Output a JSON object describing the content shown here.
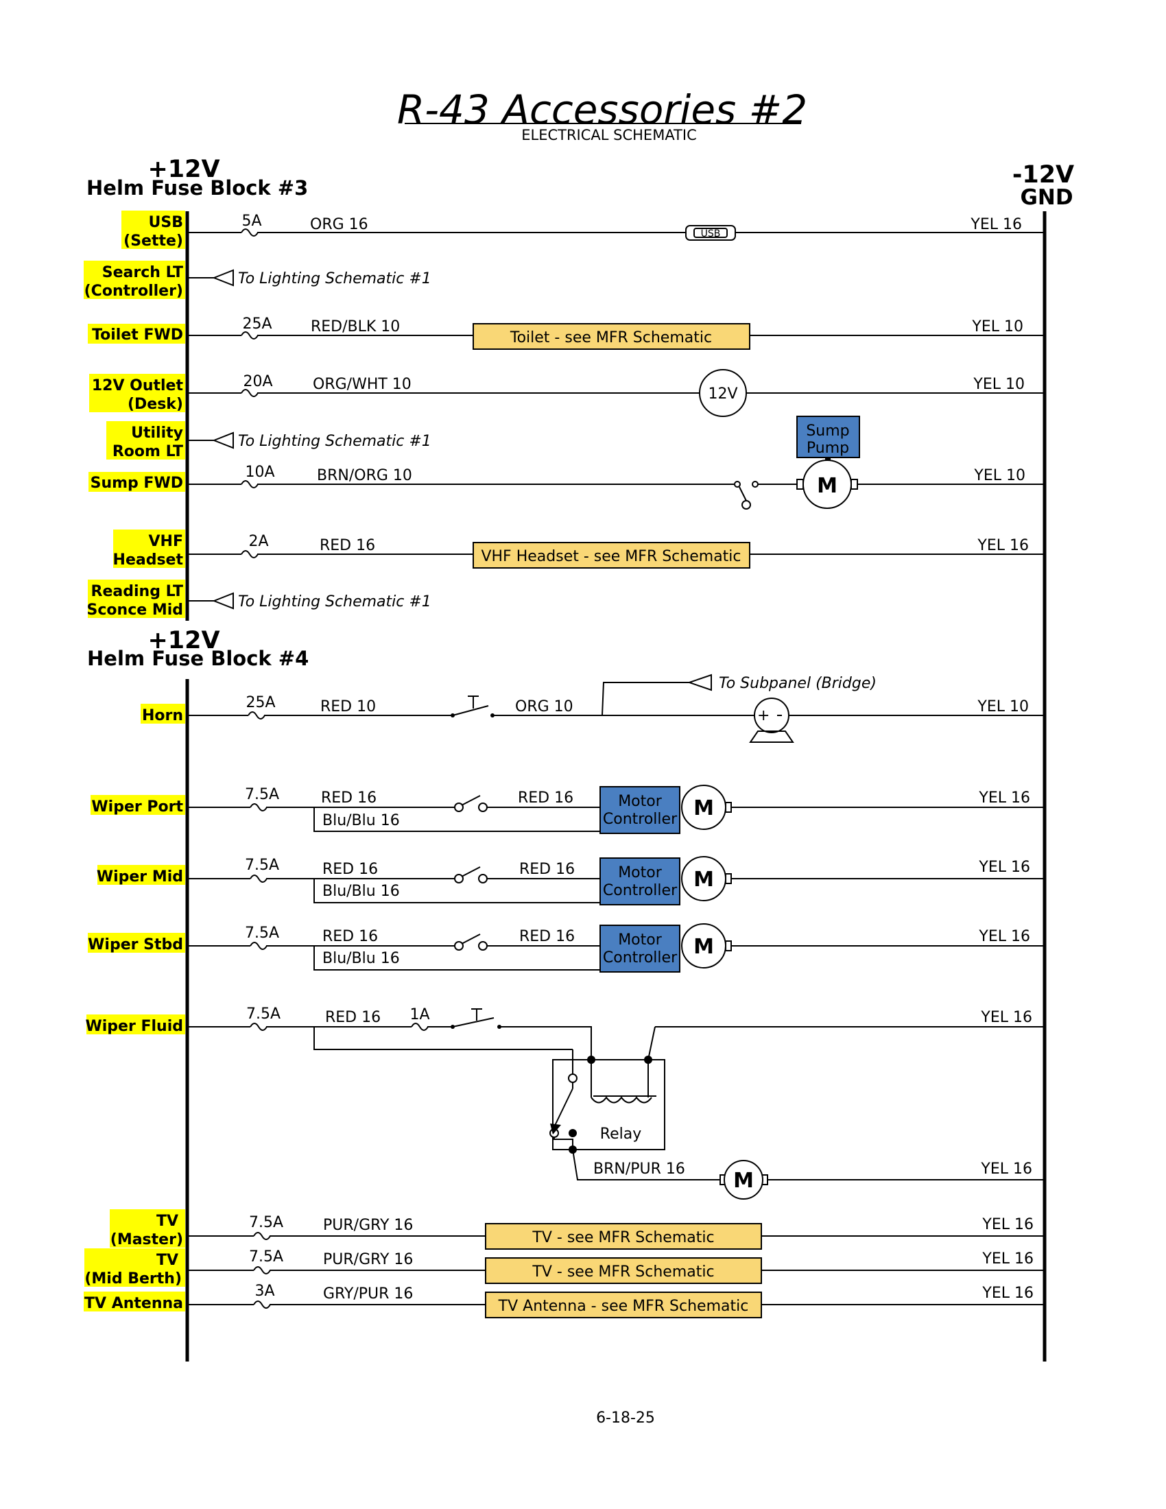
{
  "title": "R-43 Accessories #2",
  "subtitle": "ELECTRICAL SCHEMATIC",
  "positive_rail": {
    "voltage": "+12V",
    "block3": "Helm Fuse Block #3",
    "block4": "Helm Fuse Block #4"
  },
  "negative_rail": {
    "voltage": "-12V",
    "ground": "GND"
  },
  "circuits": [
    {
      "label1": "USB",
      "label2": "(Sette)",
      "fuse": "5A",
      "wire": "ORG 16",
      "load": "USB",
      "ground_wire": "YEL 16"
    },
    {
      "label1": "Search LT",
      "label2": "(Controller)",
      "reference": "To Lighting Schematic #1"
    },
    {
      "label1": "Toilet FWD",
      "fuse": "25A",
      "wire": "RED/BLK 10",
      "load": "Toilet - see MFR Schematic",
      "ground_wire": "YEL 10"
    },
    {
      "label1": "12V Outlet",
      "label2": "(Desk)",
      "fuse": "20A",
      "wire": "ORG/WHT 10",
      "load": "12V",
      "ground_wire": "YEL 10"
    },
    {
      "label1": "Utility",
      "label2": "Room LT",
      "reference": "To Lighting Schematic #1"
    },
    {
      "label1": "Sump FWD",
      "fuse": "10A",
      "wire": "BRN/ORG 10",
      "load_label": "Sump Pump",
      "motor": "M",
      "ground_wire": "YEL 10"
    },
    {
      "label1": "VHF",
      "label2": "Headset",
      "fuse": "2A",
      "wire": "RED 16",
      "load": "VHF Headset - see MFR Schematic",
      "ground_wire": "YEL 16"
    },
    {
      "label1": "Reading LT",
      "label2": "Sconce Mid",
      "reference": "To Lighting Schematic #1"
    },
    {
      "label1": "Horn",
      "fuse": "25A",
      "wire": "RED 10",
      "wire2": "ORG 10",
      "reference": "To Subpanel (Bridge)",
      "ground_wire": "YEL 10"
    },
    {
      "label1": "Wiper Port",
      "fuse": "7.5A",
      "wire": "RED 16",
      "wire_b": "Blu/Blu 16",
      "wire2": "RED 16",
      "controller": "Motor Controller",
      "motor": "M",
      "ground_wire": "YEL 16"
    },
    {
      "label1": "Wiper Mid",
      "fuse": "7.5A",
      "wire": "RED 16",
      "wire_b": "Blu/Blu 16",
      "wire2": "RED 16",
      "controller": "Motor Controller",
      "motor": "M",
      "ground_wire": "YEL 16"
    },
    {
      "label1": "Wiper Stbd",
      "fuse": "7.5A",
      "wire": "RED 16",
      "wire_b": "Blu/Blu 16",
      "wire2": "RED 16",
      "controller": "Motor Controller",
      "motor": "M",
      "ground_wire": "YEL 16"
    },
    {
      "label1": "Wiper Fluid",
      "fuse": "7.5A",
      "wire": "RED 16",
      "fuse2": "1A",
      "relay": "Relay",
      "motor_wire": "BRN/PUR 16",
      "motor": "M",
      "ground_wire": "YEL 16",
      "ground_wire2": "YEL 16"
    },
    {
      "label1": "TV",
      "label2": "(Master)",
      "fuse": "7.5A",
      "wire": "PUR/GRY 16",
      "load": "TV - see MFR Schematic",
      "ground_wire": "YEL 16"
    },
    {
      "label1": "TV",
      "label2": "(Mid Berth)",
      "fuse": "7.5A",
      "wire": "PUR/GRY 16",
      "load": "TV - see MFR Schematic",
      "ground_wire": "YEL 16"
    },
    {
      "label1": "TV Antenna",
      "fuse": "3A",
      "wire": "GRY/PUR 16",
      "load": "TV Antenna - see MFR Schematic",
      "ground_wire": "YEL 16"
    }
  ],
  "date": "6-18-25",
  "colors": {
    "highlight": "#ffff00",
    "load_box": "#f9d776",
    "controller_box": "#4a7fc1"
  }
}
